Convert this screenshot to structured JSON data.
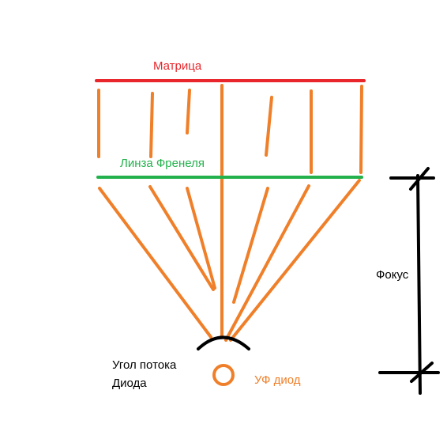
{
  "labels": {
    "matrix": "Матрица",
    "lens": "Линза Френеля",
    "focus": "Фокус",
    "beam_angle_line1": "Угол потока",
    "beam_angle_line2": "Диода",
    "uv_diode": "УФ диод"
  },
  "colors": {
    "matrix": "#e8262b",
    "lens": "#22b14c",
    "rays": "#f07f29",
    "focus": "#000000",
    "text_dark": "#000000",
    "diode": "#f07f29"
  }
}
